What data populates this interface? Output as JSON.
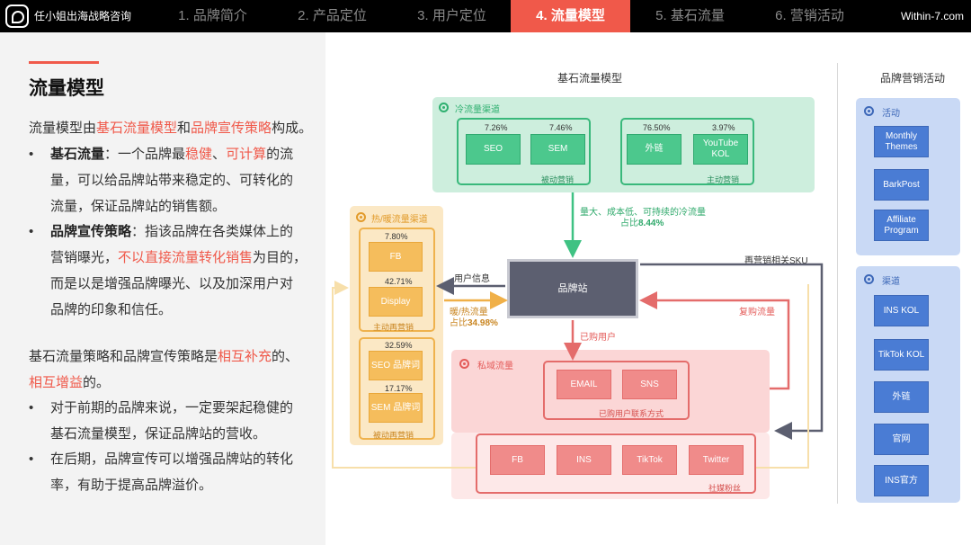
{
  "brand": "任小姐出海战略咨询",
  "site": "Within-7.com",
  "nav": [
    "1. 品牌简介",
    "2. 产品定位",
    "3. 用户定位",
    "4. 流量模型",
    "5. 基石流量",
    "6. 营销活动"
  ],
  "page_title": "流量模型",
  "intro": {
    "a": "流量模型由",
    "b": "基石流量模型",
    "c": "和",
    "d": "品牌宣传策略",
    "e": "构成。"
  },
  "p1": {
    "head": "基石流量",
    "a": "：一个品牌最",
    "b": "稳健",
    "c": "、",
    "d": "可计算",
    "e": "的流",
    "l2": "量，可以给品牌站带来稳定的、可转化的",
    "l3": "流量，保证品牌站的销售额。"
  },
  "p2": {
    "head": "品牌宣传策略",
    "a": "：指该品牌在各类媒体上的",
    "l2a": "营销曝光，",
    "l2b": "不以直接流量转化销售",
    "l2c": "为目的，",
    "l3": "而是以是增强品牌曝光、以及加深用户对",
    "l4": "品牌的印象和信任。"
  },
  "p3": {
    "a": "基石流量策略和品牌宣传策略是",
    "b": "相互补充",
    "c": "的、",
    "d": "相互增益",
    "e": "的。"
  },
  "p4": {
    "l1": "对于前期的品牌来说，一定要架起稳健的",
    "l2": "基石流量模型，保证品牌站的营收。"
  },
  "p5": {
    "l1": "在后期，品牌宣传可以增强品牌站的转化",
    "l2": "率，有助于提高品牌溢价。"
  },
  "diagram": {
    "title": "基石流量模型",
    "cold": {
      "label": "冷流量渠道",
      "g1": {
        "items": [
          {
            "name": "SEO",
            "pct": "7.26%"
          },
          {
            "name": "SEM",
            "pct": "7.46%"
          }
        ],
        "caption": "被动营销"
      },
      "g2": {
        "items": [
          {
            "name": "外链",
            "pct": "76.50%"
          },
          {
            "name": "YouTube KOL",
            "pct": "3.97%"
          }
        ],
        "caption": "主动营销"
      }
    },
    "cold_arrow": {
      "l1": "量大、成本低、可持续的冷流量",
      "l2a": "占比",
      "l2b": "8.44%"
    },
    "hot": {
      "label": "热/暖流量渠道",
      "g1": {
        "items": [
          {
            "name": "FB",
            "pct": "7.80%"
          },
          {
            "name": "Display",
            "pct": "42.71%"
          }
        ],
        "caption": "主动再营销"
      },
      "g2": {
        "items": [
          {
            "name": "SEO 品牌词",
            "pct": "32.59%"
          },
          {
            "name": "SEM 品牌词",
            "pct": "17.17%"
          }
        ],
        "caption": "被动再营销"
      }
    },
    "user_info": "用户信息",
    "warm": {
      "l1": "暖/热流量",
      "l2a": "占比",
      "l2b": "34.98%"
    },
    "center": "品牌站",
    "remarketing": "再营销相关SKU",
    "repurchase": "复购流量",
    "bought": "已购用户",
    "private": {
      "label": "私域流量",
      "items": [
        "EMAIL",
        "SNS"
      ],
      "caption": "已购用户联系方式",
      "social": [
        "FB",
        "INS",
        "TikTok",
        "Twitter"
      ],
      "social_caption": "社媒粉丝"
    }
  },
  "right": {
    "title": "品牌营销活动",
    "act": {
      "label": "活动",
      "items": [
        "Monthly Themes",
        "BarkPost",
        "Affiliate Program"
      ]
    },
    "chan": {
      "label": "渠道",
      "items": [
        "INS KOL",
        "TikTok KOL",
        "外链",
        "官网",
        "INS官方"
      ]
    }
  },
  "colors": {
    "accent": "#f0594a",
    "green": "#4cc88d",
    "orange": "#f5bd5c",
    "pink": "#f08b8a",
    "blue": "#4a7cd4",
    "dark": "#5c5f70"
  }
}
